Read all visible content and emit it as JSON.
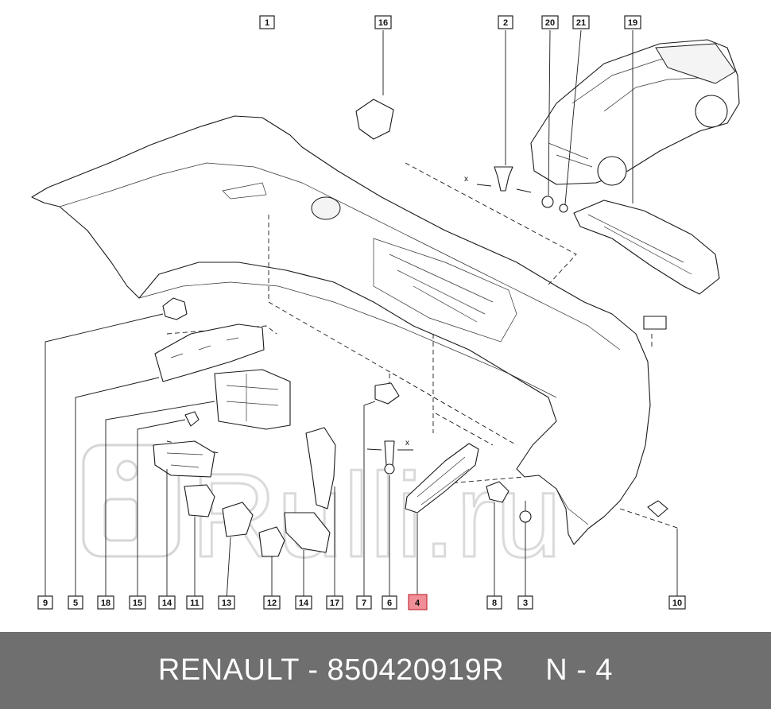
{
  "watermark": {
    "text": "Rulli.ru"
  },
  "axis_marker": "x",
  "callouts": [
    {
      "id": "c1",
      "label": "1",
      "highlight": false
    },
    {
      "id": "c16",
      "label": "16",
      "highlight": false
    },
    {
      "id": "c2",
      "label": "2",
      "highlight": false
    },
    {
      "id": "c20",
      "label": "20",
      "highlight": false
    },
    {
      "id": "c21",
      "label": "21",
      "highlight": false
    },
    {
      "id": "c19",
      "label": "19",
      "highlight": false
    },
    {
      "id": "c9",
      "label": "9",
      "highlight": false
    },
    {
      "id": "c5",
      "label": "5",
      "highlight": false
    },
    {
      "id": "c18",
      "label": "18",
      "highlight": false
    },
    {
      "id": "c15",
      "label": "15",
      "highlight": false
    },
    {
      "id": "c14a",
      "label": "14",
      "highlight": false
    },
    {
      "id": "c11",
      "label": "11",
      "highlight": false
    },
    {
      "id": "c13",
      "label": "13",
      "highlight": false
    },
    {
      "id": "c12",
      "label": "12",
      "highlight": false
    },
    {
      "id": "c14b",
      "label": "14",
      "highlight": false
    },
    {
      "id": "c17",
      "label": "17",
      "highlight": false
    },
    {
      "id": "c7",
      "label": "7",
      "highlight": false
    },
    {
      "id": "c6",
      "label": "6",
      "highlight": false
    },
    {
      "id": "c4",
      "label": "4",
      "highlight": true
    },
    {
      "id": "c8",
      "label": "8",
      "highlight": false
    },
    {
      "id": "c3",
      "label": "3",
      "highlight": false
    },
    {
      "id": "c10",
      "label": "10",
      "highlight": false
    }
  ],
  "footer": {
    "part_text": "RENAULT - 850420919R",
    "ref_text": "N - 4"
  }
}
